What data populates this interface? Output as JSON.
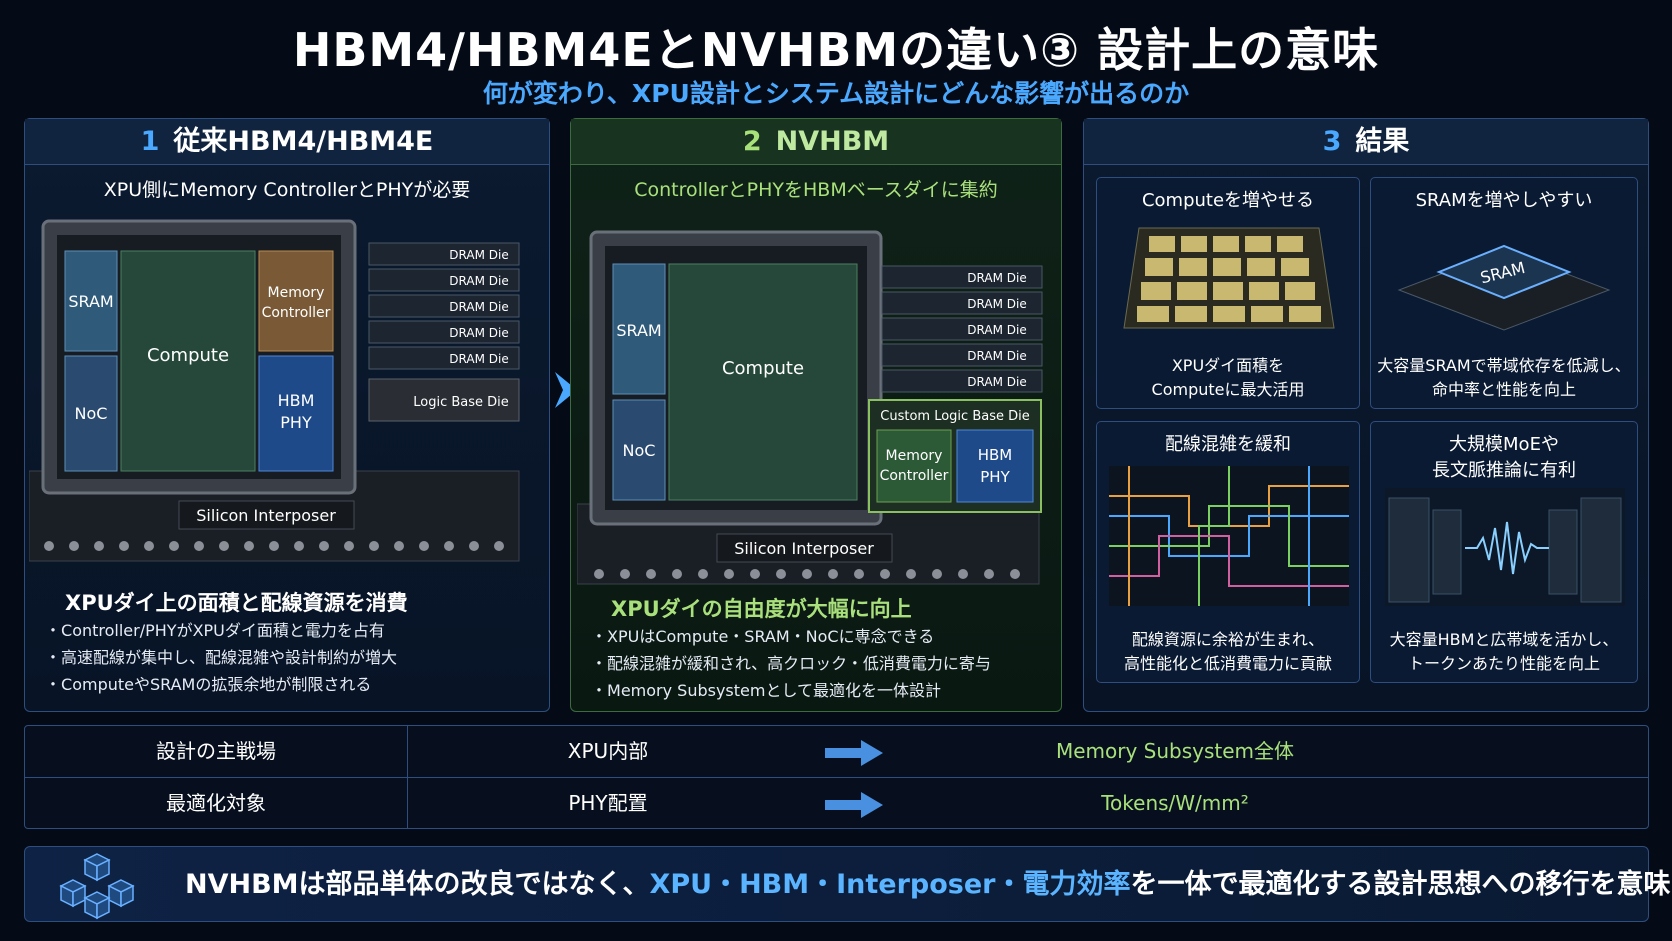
{
  "title": "HBM4/HBM4EとNVHBMの違い③ 設計上の意味",
  "subtitle": "何が変わり、XPU設計とシステム設計にどんな影響が出るのか",
  "panels": [
    {
      "num": "1",
      "title": "従来HBM4/HBM4E",
      "caption": "XPU側にMemory ControllerとPHYが必要",
      "labels": {
        "sram": "SRAM",
        "compute": "Compute",
        "noc": "NoC",
        "mc1": "Memory",
        "mc2": "Controller",
        "hbm1": "HBM",
        "hbm2": "PHY",
        "dram": "DRAM Die",
        "logic": "Logic Base Die",
        "interposer": "Silicon Interposer"
      },
      "bullets_title": "XPUダイ上の面積と配線資源を消費",
      "bullets": [
        "Controller/PHYがXPUダイ面積と電力を占有",
        "高速配線が集中し、配線混雑や設計制約が増大",
        "ComputeやSRAMの拡張余地が制限される"
      ]
    },
    {
      "num": "2",
      "title": "NVHBM",
      "caption": "ControllerとPHYをHBMベースダイに集約",
      "labels": {
        "sram": "SRAM",
        "compute": "Compute",
        "noc": "NoC",
        "dram": "DRAM Die",
        "custom": "Custom Logic Base Die",
        "mc1": "Memory",
        "mc2": "Controller",
        "hbm1": "HBM",
        "hbm2": "PHY",
        "interposer": "Silicon Interposer"
      },
      "bullets_title": "XPUダイの自由度が大幅に向上",
      "bullets": [
        "XPUはCompute・SRAM・NoCに専念できる",
        "配線混雑が緩和され、高クロック・低消費電力に寄与",
        "Memory Subsystemとして最適化を一体設計"
      ]
    },
    {
      "num": "3",
      "title": "結果",
      "cards": [
        {
          "title": "Computeを増やせる",
          "desc": [
            "XPUダイ面積を",
            "Computeに最大活用"
          ]
        },
        {
          "title": "SRAMを増やしやすい",
          "chip_label": "SRAM",
          "desc": [
            "大容量SRAMで帯域依存を低減し、",
            "命中率と性能を向上"
          ]
        },
        {
          "title": "配線混雑を緩和",
          "desc": [
            "配線資源に余裕が生まれ、",
            "高性能化と低消費電力に貢献"
          ]
        },
        {
          "title": "大規模MoEや",
          "title2": "長文脈推論に有利",
          "desc": [
            "大容量HBMと広帯域を活かし、",
            "トークンあたり性能を向上"
          ]
        }
      ]
    }
  ],
  "table": [
    {
      "label": "設計の主戦場",
      "from": "XPU内部",
      "to": "Memory Subsystem全体"
    },
    {
      "label": "最適化対象",
      "from": "PHY配置",
      "to": "Tokens/W/mm²"
    }
  ],
  "footer": {
    "pre": "NVHBMは部品単体の改良ではなく、",
    "highlight": "XPU・HBM・Interposer・電力効率",
    "post": "を一体で最適化する設計思想への移行を意味する。"
  },
  "colors": {
    "accent_blue": "#4aa8ff",
    "accent_green": "#a9e07c",
    "background": "#050b16"
  }
}
